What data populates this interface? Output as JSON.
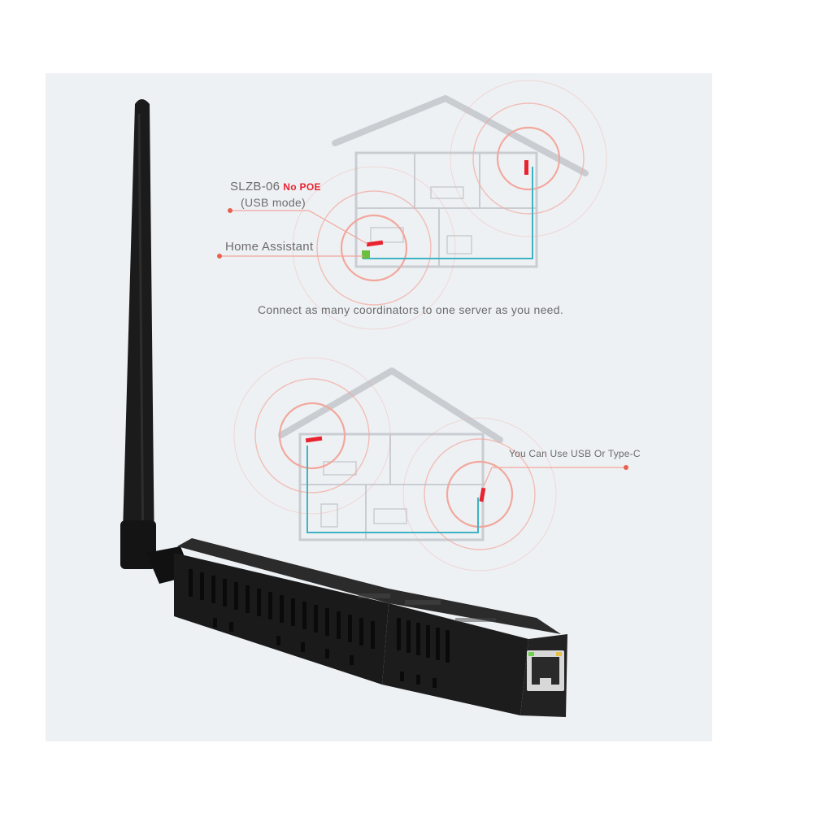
{
  "labels": {
    "device_name": "SLZB-06",
    "no_poe": "No POE",
    "usb_mode": "(USB mode)",
    "home_assistant": "Home Assistant",
    "caption": "Connect as many coordinators to one server as you need.",
    "usb_type_c": "You Can Use USB Or Type-C"
  },
  "colors": {
    "panel_bg": "#eef1f4",
    "accent_red": "#e8232f",
    "signal_ring": "#f2a79c",
    "cable_line": "#3fb3c4",
    "house_outline": "#c9cdd2",
    "device_body": "#1c1c1c"
  },
  "icons": [
    "antenna-icon",
    "ethernet-port-icon",
    "house-icon",
    "signal-rings-icon"
  ]
}
